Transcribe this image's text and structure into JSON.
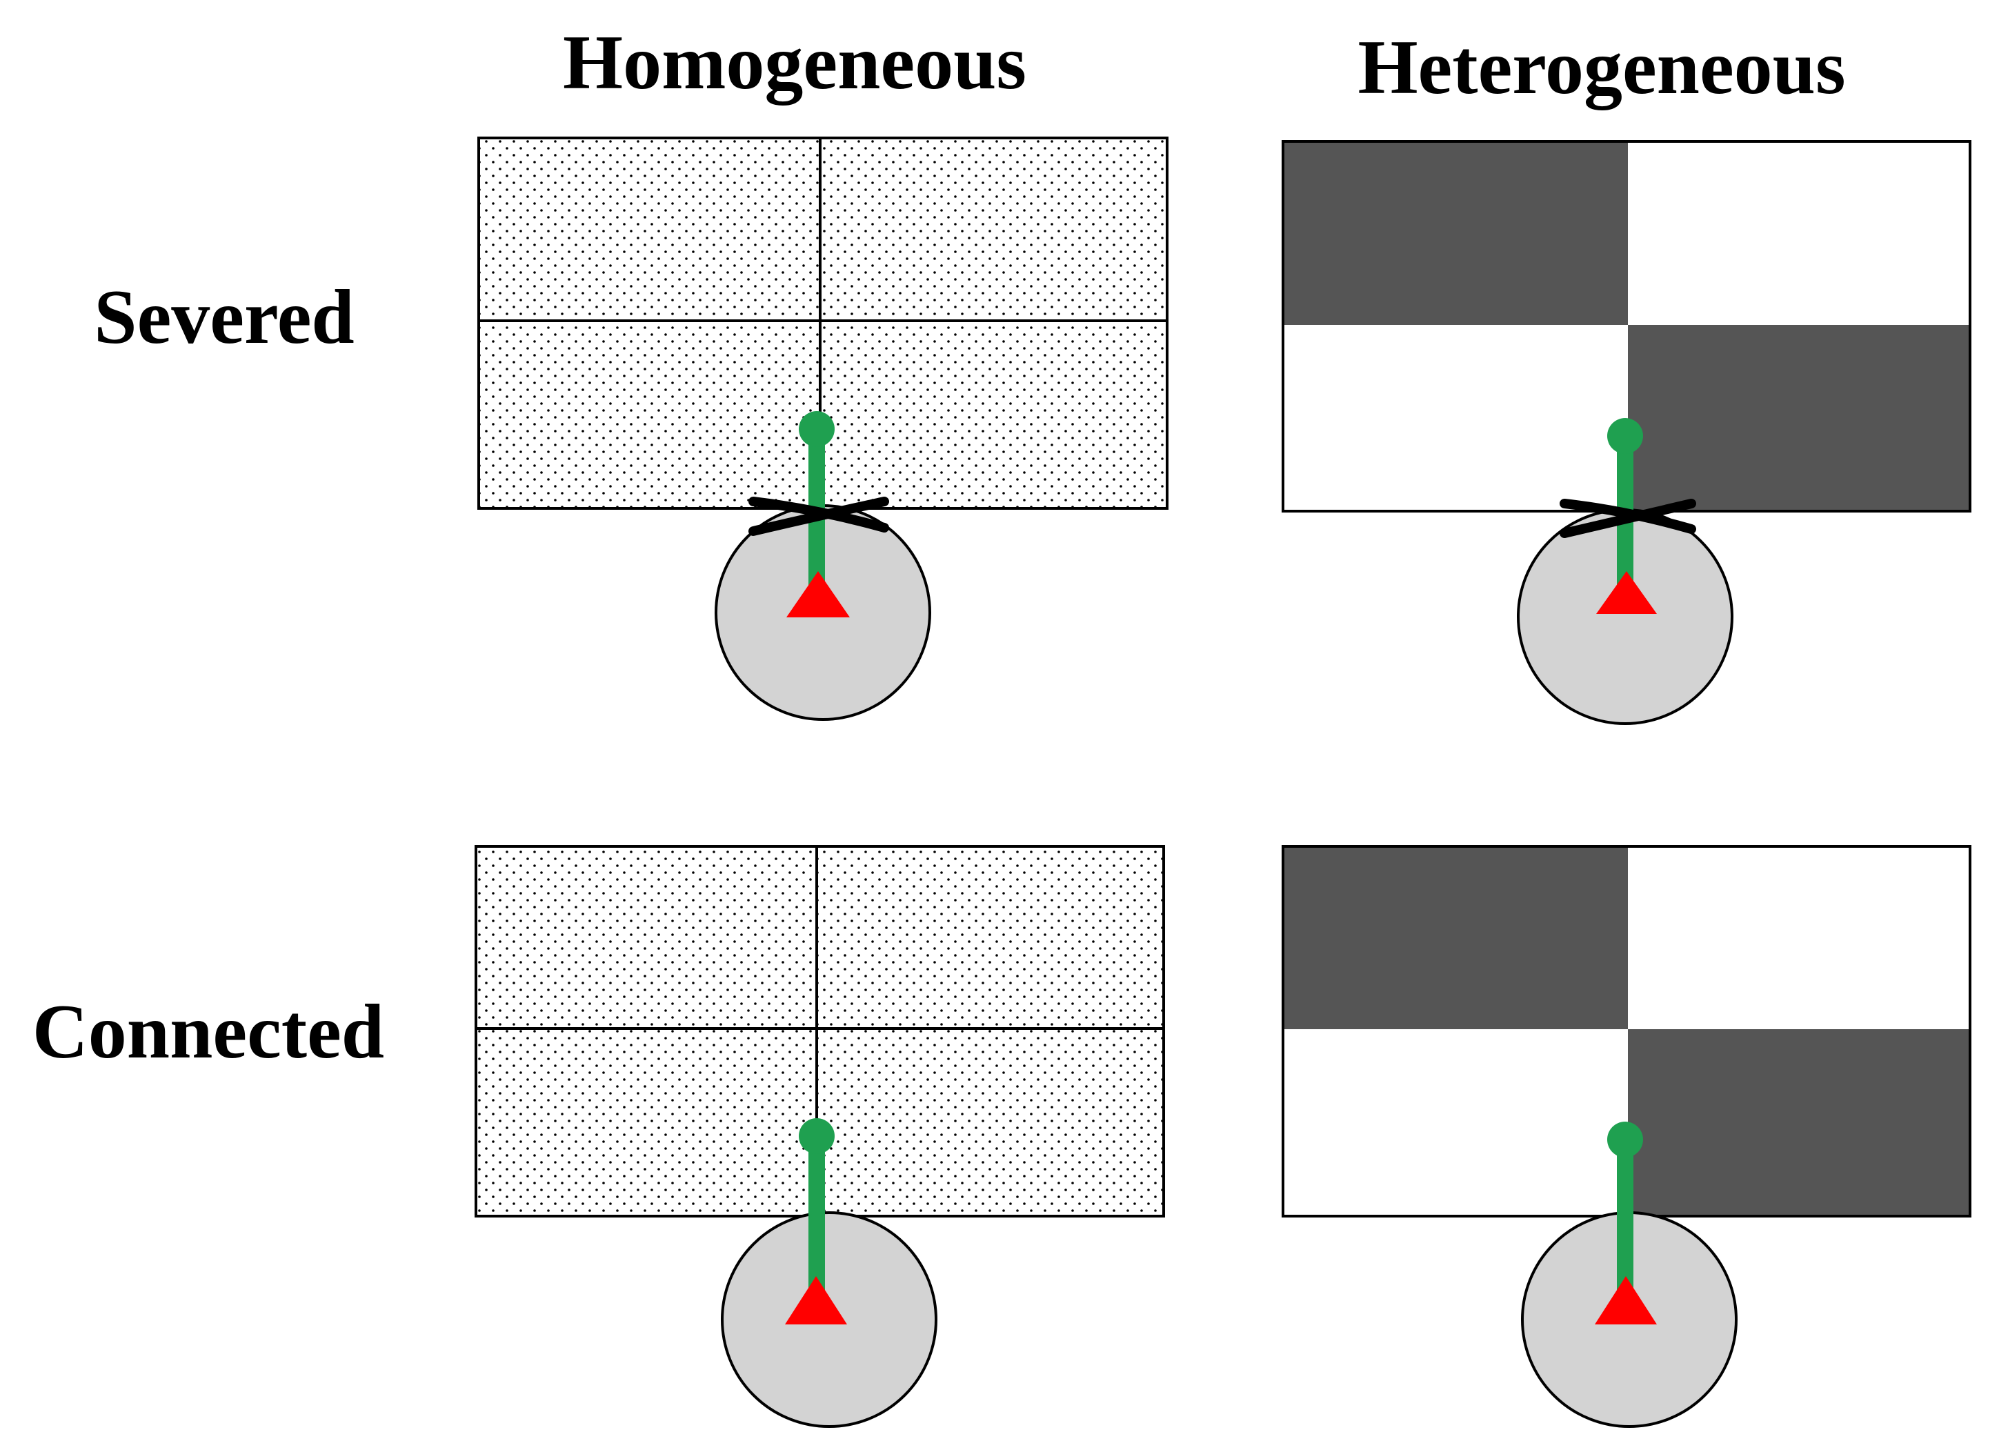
{
  "columns": {
    "homogeneous": "Homogeneous",
    "heterogeneous": "Heterogeneous"
  },
  "rows": {
    "severed": "Severed",
    "connected": "Connected"
  },
  "colors": {
    "background": "#ffffff",
    "stipple_dot": "#000000",
    "dark_patch": "#555555",
    "light_patch": "#ffffff",
    "soma_fill": "#d3d3d3",
    "axon_green": "#1fa050",
    "triangle_red": "#ff0000",
    "cut_mark": "#000000"
  },
  "panels": [
    {
      "row": "severed",
      "column": "homogeneous",
      "pattern": "uniform-stipple",
      "connection": "severed"
    },
    {
      "row": "severed",
      "column": "heterogeneous",
      "pattern": "checkerboard",
      "connection": "severed"
    },
    {
      "row": "connected",
      "column": "homogeneous",
      "pattern": "uniform-stipple",
      "connection": "connected"
    },
    {
      "row": "connected",
      "column": "heterogeneous",
      "pattern": "checkerboard",
      "connection": "connected"
    }
  ]
}
